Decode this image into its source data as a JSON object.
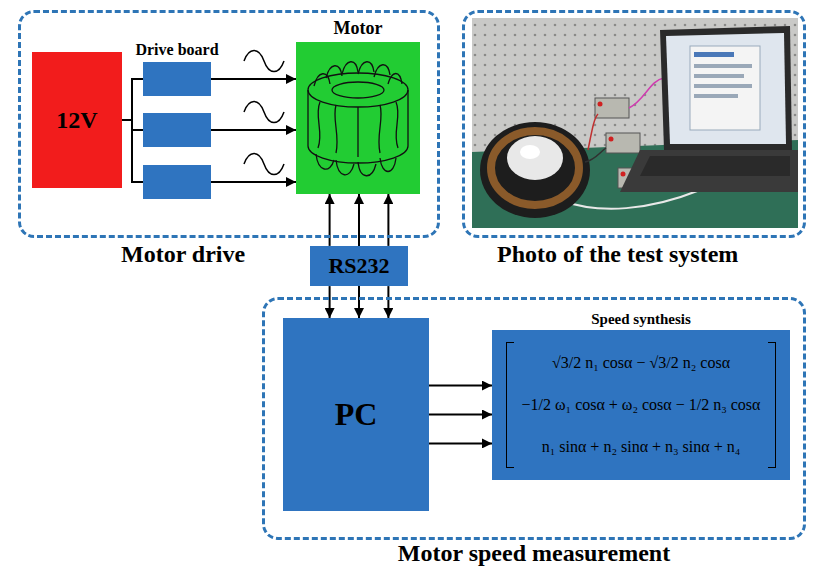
{
  "diagram": {
    "nodes": [
      {
        "text": [
          "Motor drive"
        ]
      },
      {
        "text": [
          "12V"
        ],
        "in": 0
      },
      {
        "text": [
          "Drive board"
        ],
        "in": 0
      },
      {
        "text": [],
        "in": 0
      },
      {
        "text": [],
        "in": 0
      },
      {
        "text": [
          "Motor"
        ],
        "in": 0
      },
      {
        "text": [
          "Photo of the test system"
        ]
      },
      {
        "text": [
          "RS232"
        ]
      },
      {
        "text": [
          "Motor speed measurement"
        ]
      },
      {
        "text": [
          "PC"
        ],
        "in": 8
      },
      {
        "text": [
          "Speed synthesis",
          "√3/2 n₁ cosα − √3/2 n₂ cosα",
          "−1/2 ω₁ cosα + ω₂ cosα − 1/2 n₃ cosα",
          "n₁ sinα + n₂ sinα + n₃ sinα + n₄"
        ],
        "in": 8
      }
    ],
    "edges": [
      {
        "from": 1,
        "to": 2,
        "arrow": "none"
      },
      {
        "from": 1,
        "to": 3,
        "arrow": "none"
      },
      {
        "from": 1,
        "to": 4,
        "arrow": "none"
      },
      {
        "from": 2,
        "to": 5,
        "arrow": "to"
      },
      {
        "from": 3,
        "to": 5,
        "arrow": "to"
      },
      {
        "from": 4,
        "to": 5,
        "arrow": "to"
      },
      {
        "from": 7,
        "to": 5,
        "arrow": "to"
      },
      {
        "from": 7,
        "to": 5,
        "arrow": "to"
      },
      {
        "from": 7,
        "to": 5,
        "arrow": "to"
      },
      {
        "from": 7,
        "to": 9,
        "arrow": "to"
      },
      {
        "from": 7,
        "to": 9,
        "arrow": "to"
      },
      {
        "from": 7,
        "to": 9,
        "arrow": "to"
      },
      {
        "from": 9,
        "to": 10,
        "arrow": "to"
      },
      {
        "from": 9,
        "to": 10,
        "arrow": "to"
      },
      {
        "from": 9,
        "to": 10,
        "arrow": "to"
      }
    ]
  }
}
